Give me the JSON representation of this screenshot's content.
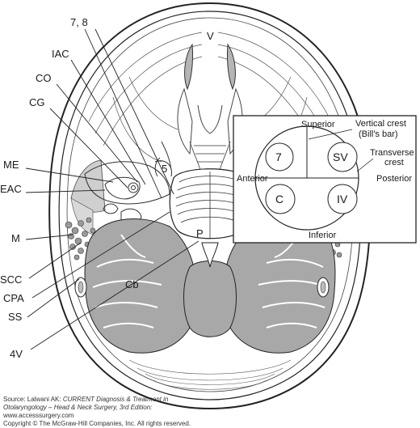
{
  "labels": {
    "nerve_7_8": "7, 8",
    "iac": "IAC",
    "co": "CO",
    "cg": "CG",
    "me": "ME",
    "eac": "EAC",
    "m": "M",
    "scc": "SCC",
    "cpa": "CPA",
    "ss": "SS",
    "v4": "4V",
    "nerve_5": "5",
    "p": "P",
    "cb": "Cb",
    "v_top": "V"
  },
  "inset": {
    "superior": "Superior",
    "inferior": "Inferior",
    "anterior": "Anterior",
    "posterior": "Posterior",
    "vertical_crest_1": "Vertical crest",
    "vertical_crest_2": "(Bill's bar)",
    "transverse_1": "Transverse",
    "transverse_2": "crest",
    "q7": "7",
    "qsv": "SV",
    "qc": "C",
    "qiv": "IV"
  },
  "caption": {
    "source_prefix": "Source: Lalwani AK: ",
    "book_title_1": "CURRENT Diagnosis & Treatment in",
    "book_title_2": "Otolaryngology – Head & Neck Surgery, 3rd Edition:",
    "website": "www.accesssurgery.com",
    "copyright": "Copyright © The McGraw-Hill Companies, Inc. All rights reserved."
  }
}
